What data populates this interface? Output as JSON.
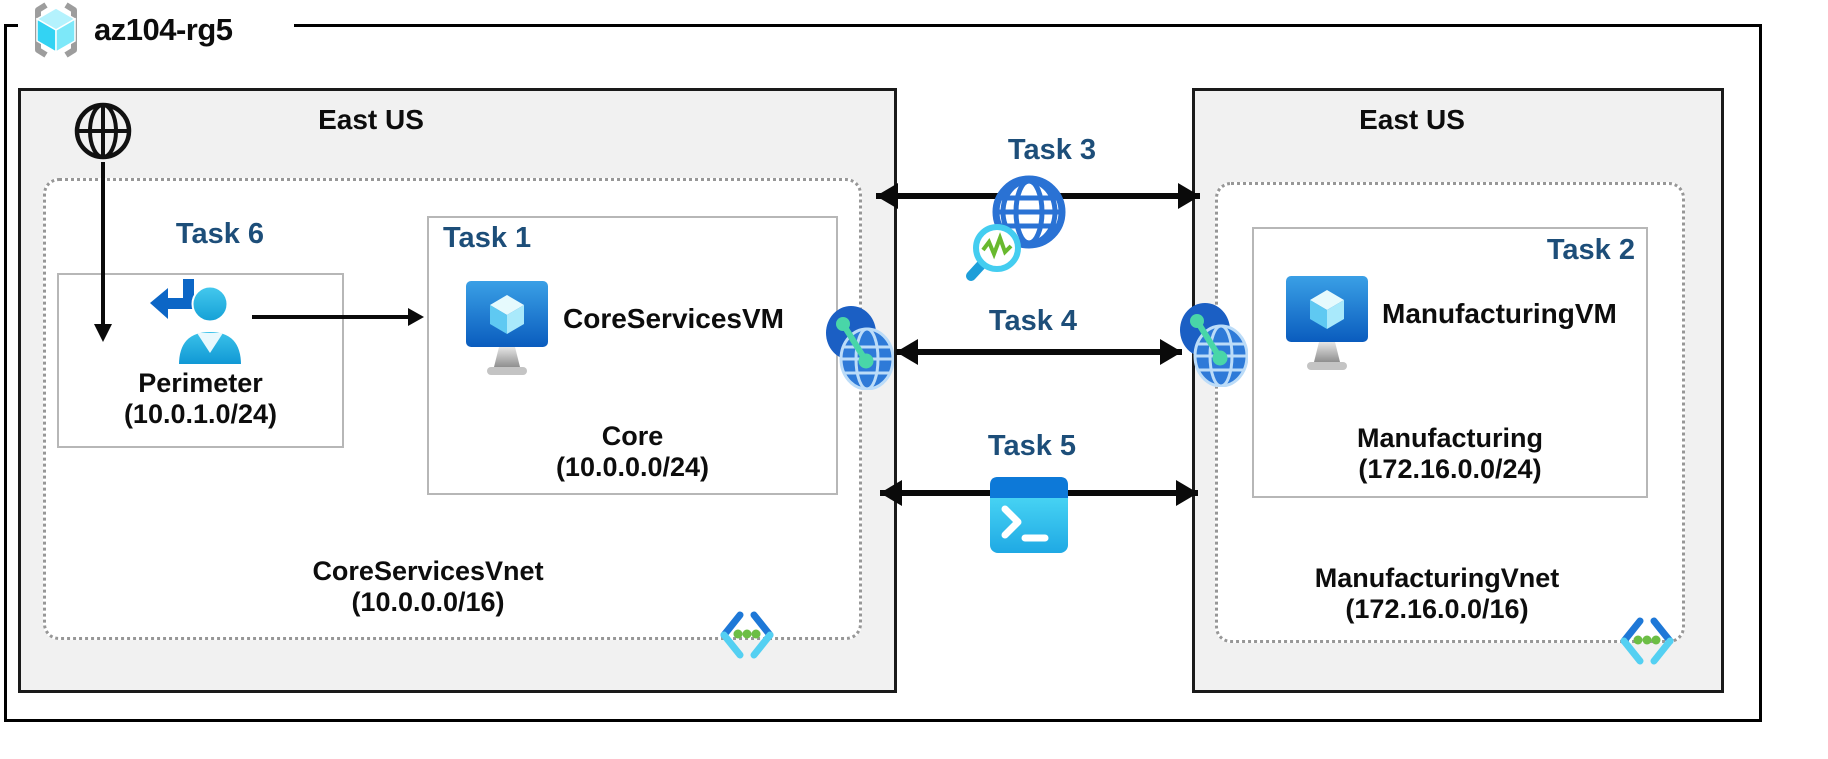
{
  "resource_group": {
    "name": "az104-rg5",
    "icon": "resource-group-icon"
  },
  "left_region": {
    "location": "East US",
    "internet_icon": "internet-globe-icon",
    "task6_label": "Task 6",
    "perimeter": {
      "name": "Perimeter",
      "cidr": "(10.0.1.0/24)",
      "icon": "user-sign-in-icon"
    },
    "task1_label": "Task 1",
    "vm": {
      "name": "CoreServicesVM",
      "icon": "virtual-machine-icon"
    },
    "subnet": {
      "name": "Core",
      "cidr": "(10.0.0.0/24)"
    },
    "vnet": {
      "name": "CoreServicesVnet",
      "cidr": "(10.0.0.0/16)",
      "icon": "virtual-network-icon"
    },
    "peering_icon": "vnet-peering-icon"
  },
  "right_region": {
    "location": "East US",
    "task2_label": "Task 2",
    "vm": {
      "name": "ManufacturingVM",
      "icon": "virtual-machine-icon"
    },
    "subnet": {
      "name": "Manufacturing",
      "cidr": "(172.16.0.0/24)"
    },
    "vnet": {
      "name": "ManufacturingVnet",
      "cidr": "(172.16.0.0/16)",
      "icon": "virtual-network-icon"
    },
    "peering_icon": "vnet-peering-icon"
  },
  "connections": {
    "task3": {
      "label": "Task 3",
      "icon": "network-watcher-icon"
    },
    "task4": {
      "label": "Task 4"
    },
    "task5": {
      "label": "Task 5",
      "icon": "cloud-shell-icon"
    }
  },
  "colors": {
    "task_label_blue": "#1d4e79",
    "region_fill": "#f1f1f1",
    "box_border_gray": "#b7b7b7",
    "azure_blue": "#0f74d4",
    "cube_cyan": "#50e6ff",
    "peering_green": "#49d6a8",
    "vnet_dots_green": "#6cbe45",
    "arrow_black": "#0a0a0a"
  }
}
